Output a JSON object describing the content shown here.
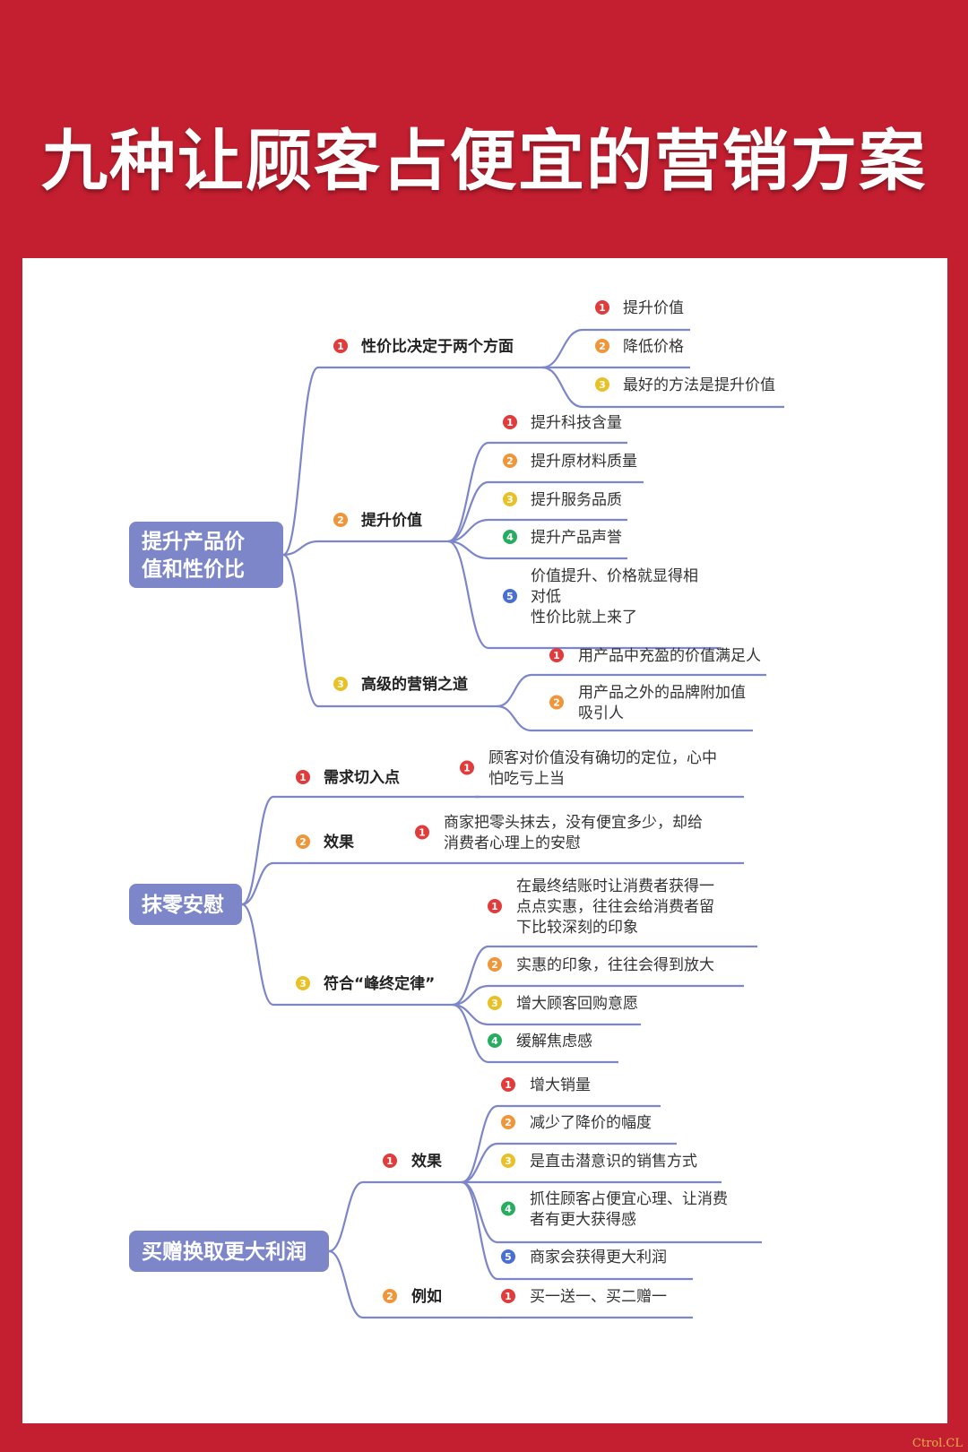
{
  "title": "九种让顾客占便宜的营销方案",
  "watermark": "Ctrol.CL",
  "colors": {
    "background": "#c41f30",
    "root_box": "#7c86c9",
    "connector": "#7c86c9",
    "badge_1": "#e23b3b",
    "badge_2": "#f0953a",
    "badge_3": "#e9c025",
    "badge_4": "#27ad5f",
    "badge_5": "#4a6fd3"
  },
  "roots": [
    {
      "lines": [
        "提升产品价",
        "值和性价比"
      ],
      "branches": [
        {
          "num": "1",
          "label": "性价比决定于两个方面",
          "items": [
            {
              "num": "1",
              "lines": [
                "提升价值"
              ]
            },
            {
              "num": "2",
              "lines": [
                "降低价格"
              ]
            },
            {
              "num": "3",
              "lines": [
                "最好的方法是提升价值"
              ]
            }
          ]
        },
        {
          "num": "2",
          "label": "提升价值",
          "items": [
            {
              "num": "1",
              "lines": [
                "提升科技含量"
              ]
            },
            {
              "num": "2",
              "lines": [
                "提升原材料质量"
              ]
            },
            {
              "num": "3",
              "lines": [
                "提升服务品质"
              ]
            },
            {
              "num": "4",
              "lines": [
                "提升产品声誉"
              ]
            },
            {
              "num": "5",
              "lines": [
                "价值提升、价格就显得相",
                "对低",
                "性价比就上来了"
              ]
            }
          ]
        },
        {
          "num": "3",
          "label": "高级的营销之道",
          "items": [
            {
              "num": "1",
              "lines": [
                "用产品中充盈的价值满足人"
              ]
            },
            {
              "num": "2",
              "lines": [
                "用产品之外的品牌附加值",
                "吸引人"
              ]
            }
          ]
        }
      ]
    },
    {
      "lines": [
        "抹零安慰"
      ],
      "branches": [
        {
          "num": "1",
          "label": "需求切入点",
          "items": [
            {
              "num": "1",
              "lines": [
                "顾客对价值没有确切的定位，心中",
                "怕吃亏上当"
              ]
            }
          ]
        },
        {
          "num": "2",
          "label": "效果",
          "items": [
            {
              "num": "1",
              "lines": [
                "商家把零头抹去，没有便宜多少，却给",
                "消费者心理上的安慰"
              ]
            }
          ]
        },
        {
          "num": "3",
          "label": "符合“峰终定律”",
          "items": [
            {
              "num": "1",
              "lines": [
                "在最终结账时让消费者获得一",
                "点点实惠，往往会给消费者留",
                "下比较深刻的印象"
              ]
            },
            {
              "num": "2",
              "lines": [
                "实惠的印象，往往会得到放大"
              ]
            },
            {
              "num": "3",
              "lines": [
                "增大顾客回购意愿"
              ]
            },
            {
              "num": "4",
              "lines": [
                "缓解焦虑感"
              ]
            }
          ]
        }
      ]
    },
    {
      "lines": [
        "买赠换取更大利润"
      ],
      "branches": [
        {
          "num": "1",
          "label": "效果",
          "items": [
            {
              "num": "1",
              "lines": [
                "增大销量"
              ]
            },
            {
              "num": "2",
              "lines": [
                "减少了降价的幅度"
              ]
            },
            {
              "num": "3",
              "lines": [
                "是直击潜意识的销售方式"
              ]
            },
            {
              "num": "4",
              "lines": [
                "抓住顾客占便宜心理、让消费",
                "者有更大获得感"
              ]
            },
            {
              "num": "5",
              "lines": [
                "商家会获得更大利润"
              ]
            }
          ]
        },
        {
          "num": "2",
          "label": "例如",
          "items": [
            {
              "num": "1",
              "lines": [
                "买一送一、买二赠一"
              ]
            }
          ]
        }
      ]
    }
  ]
}
